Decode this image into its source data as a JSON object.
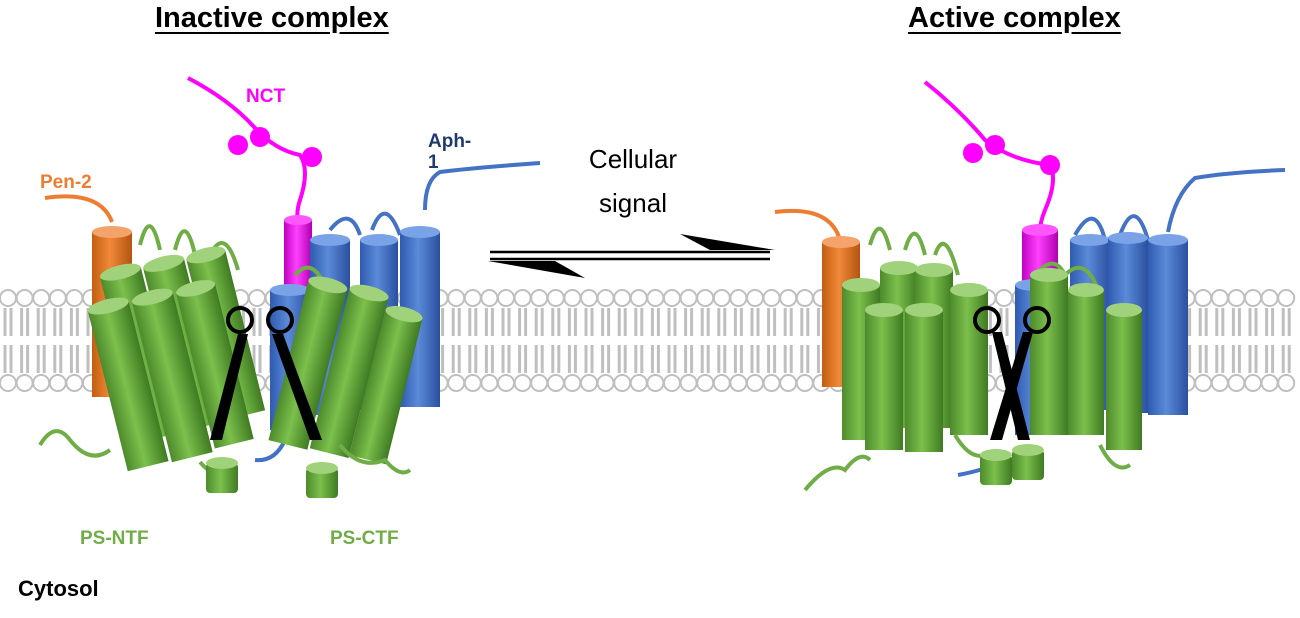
{
  "titles": {
    "inactive": "Inactive complex",
    "active": "Active complex"
  },
  "labels": {
    "nct": "NCT",
    "pen2": "Pen-2",
    "aph1_line1": "Aph-",
    "aph1_line2": "1",
    "ps_ntf": "PS-NTF",
    "ps_ctf": "PS-CTF",
    "cytosol": "Cytosol",
    "signal_line1": "Cellular",
    "signal_line2": "signal"
  },
  "colors": {
    "nct": "#ff00ff",
    "pen2": "#ed7d31",
    "aph1": "#4472c4",
    "aph1_label": "#1f3b6e",
    "presenilin": "#70ad47",
    "membrane": "#bfbfbf",
    "scissors": "#000000"
  },
  "icons": [
    "scissors-icon-inactive",
    "scissors-icon-active",
    "equilibrium-arrows-icon"
  ]
}
